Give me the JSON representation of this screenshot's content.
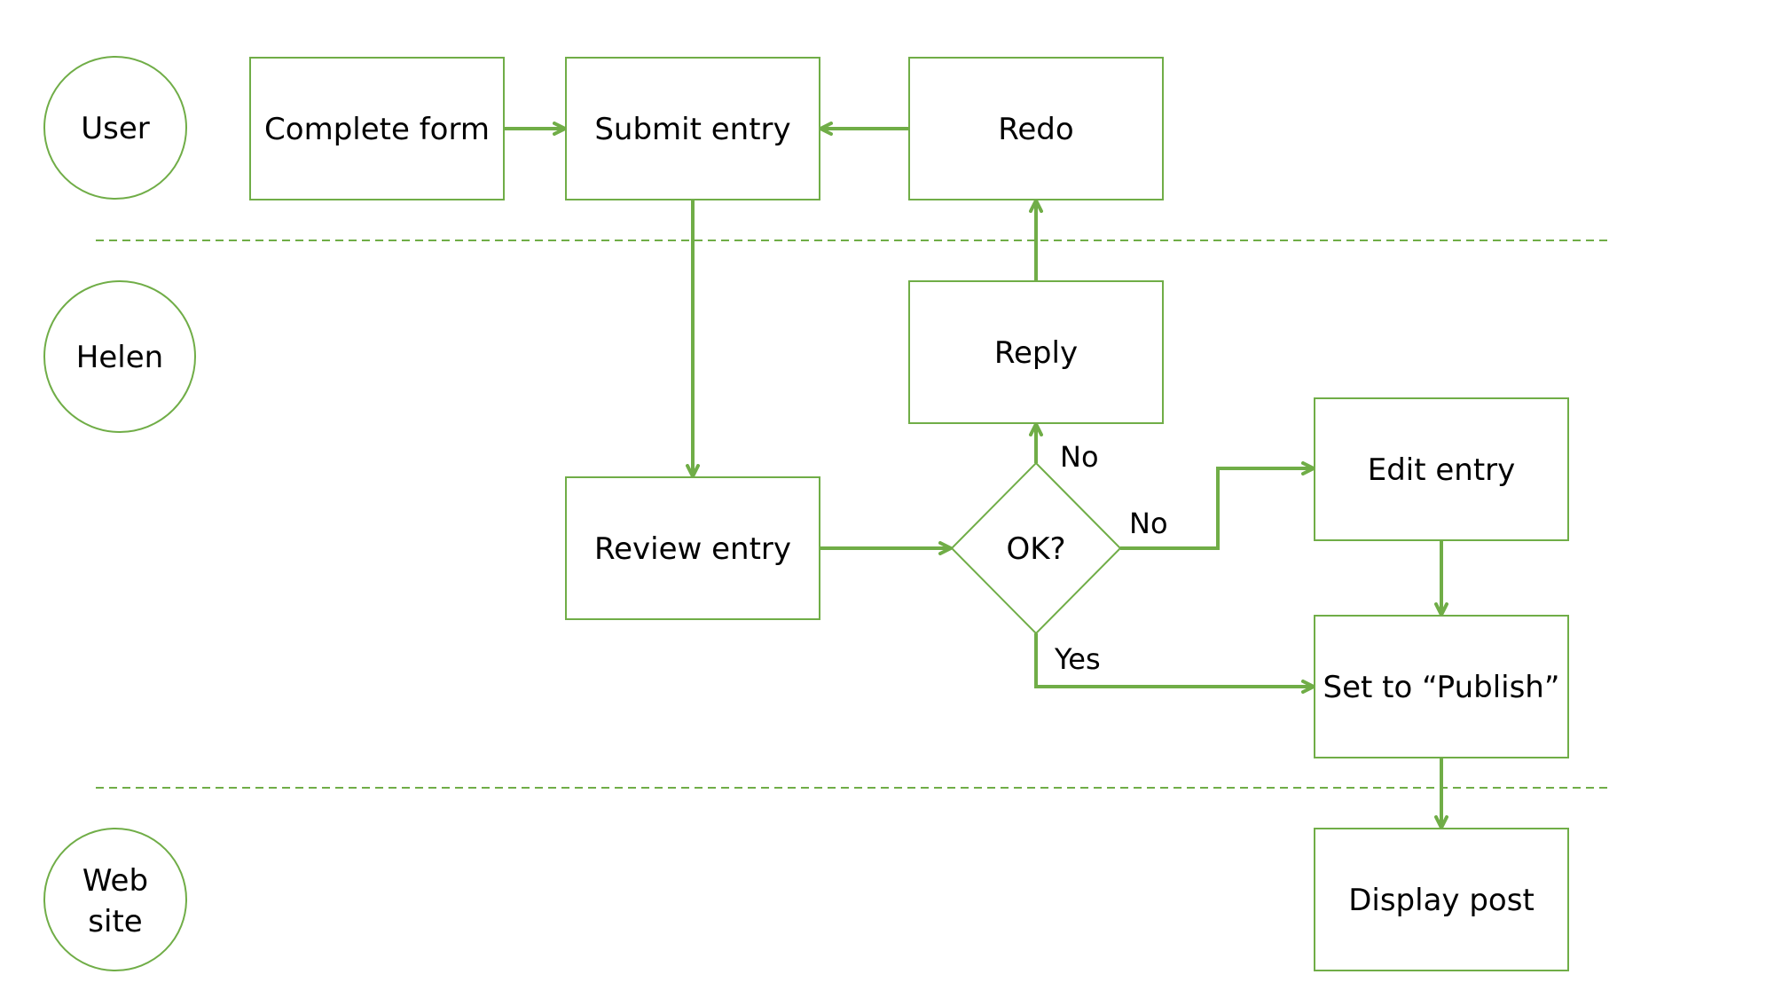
{
  "colors": {
    "accent": "#70ad47",
    "text": "#000000",
    "background": "#ffffff"
  },
  "lanes": [
    {
      "id": "user",
      "label_lines": [
        "User"
      ]
    },
    {
      "id": "helen",
      "label_lines": [
        "Helen"
      ]
    },
    {
      "id": "website",
      "label_lines": [
        "Web",
        "site"
      ]
    }
  ],
  "nodes": {
    "complete_form": "Complete form",
    "submit_entry": "Submit entry",
    "redo": "Redo",
    "reply": "Reply",
    "review_entry": "Review entry",
    "ok_decision": "OK?",
    "edit_entry": "Edit entry",
    "set_to_publish": "Set to “Publish”",
    "display_post": "Display post"
  },
  "edge_labels": {
    "no_to_reply": "No",
    "no_to_edit": "No",
    "yes_to_publish": "Yes"
  }
}
